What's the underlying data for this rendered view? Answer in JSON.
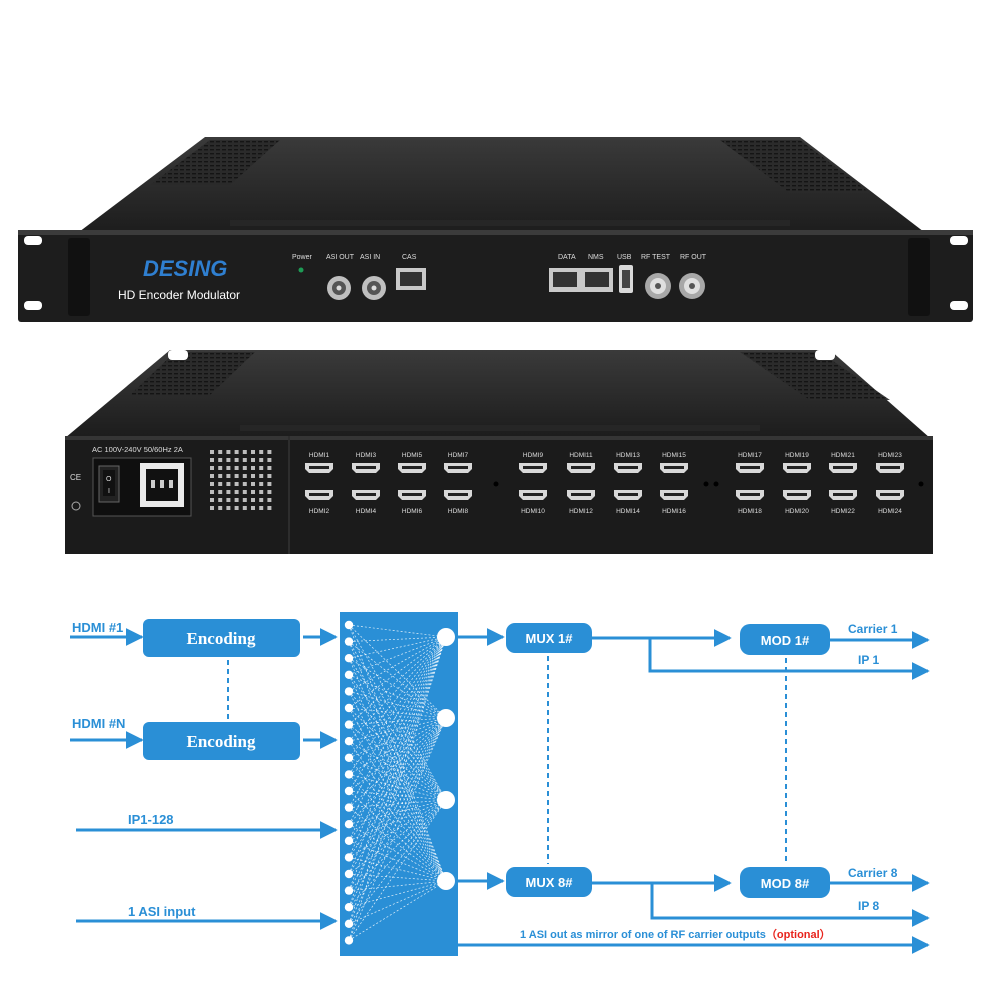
{
  "front": {
    "brand": "DESING",
    "model": "HD Encoder Modulator",
    "labels": {
      "power": "Power",
      "asi_out": "ASI OUT",
      "asi_in": "ASI IN",
      "cas": "CAS",
      "data": "DATA",
      "nms": "NMS",
      "usb": "USB",
      "rf_test": "RF TEST",
      "rf_out": "RF OUT"
    }
  },
  "rear": {
    "power_rating": "AC 100V-240V 50/60Hz 2A",
    "ce": "CE",
    "switch_off": "O",
    "switch_on": "I",
    "hdmi_top": [
      "HDMI1",
      "HDMI3",
      "HDMI5",
      "HDMI7",
      "HDMI9",
      "HDMI11",
      "HDMI13",
      "HDMI15",
      "HDMI17",
      "HDMI19",
      "HDMI21",
      "HDMI23"
    ],
    "hdmi_bottom": [
      "HDMI2",
      "HDMI4",
      "HDMI6",
      "HDMI8",
      "HDMI10",
      "HDMI12",
      "HDMI14",
      "HDMI16",
      "HDMI18",
      "HDMI20",
      "HDMI22",
      "HDMI24"
    ]
  },
  "diagram": {
    "inputs": {
      "hdmi1": "HDMI #1",
      "hdmin": "HDMI #N",
      "ip": "IP1-128",
      "asi": "1 ASI input"
    },
    "encoders": [
      "Encoding",
      "Encoding"
    ],
    "mux": [
      "MUX 1#",
      "MUX 8#"
    ],
    "mod": [
      "MOD 1#",
      "MOD 8#"
    ],
    "outputs": {
      "carrier1": "Carrier 1",
      "ip1": "IP 1",
      "carrier8": "Carrier 8",
      "ip8": "IP 8",
      "asi_out_text": "1 ASI out as mirror of one of RF carrier outputs",
      "asi_out_optional": "（optional）"
    },
    "colors": {
      "blue": "#2a8fd6",
      "red": "#e8231c"
    }
  }
}
